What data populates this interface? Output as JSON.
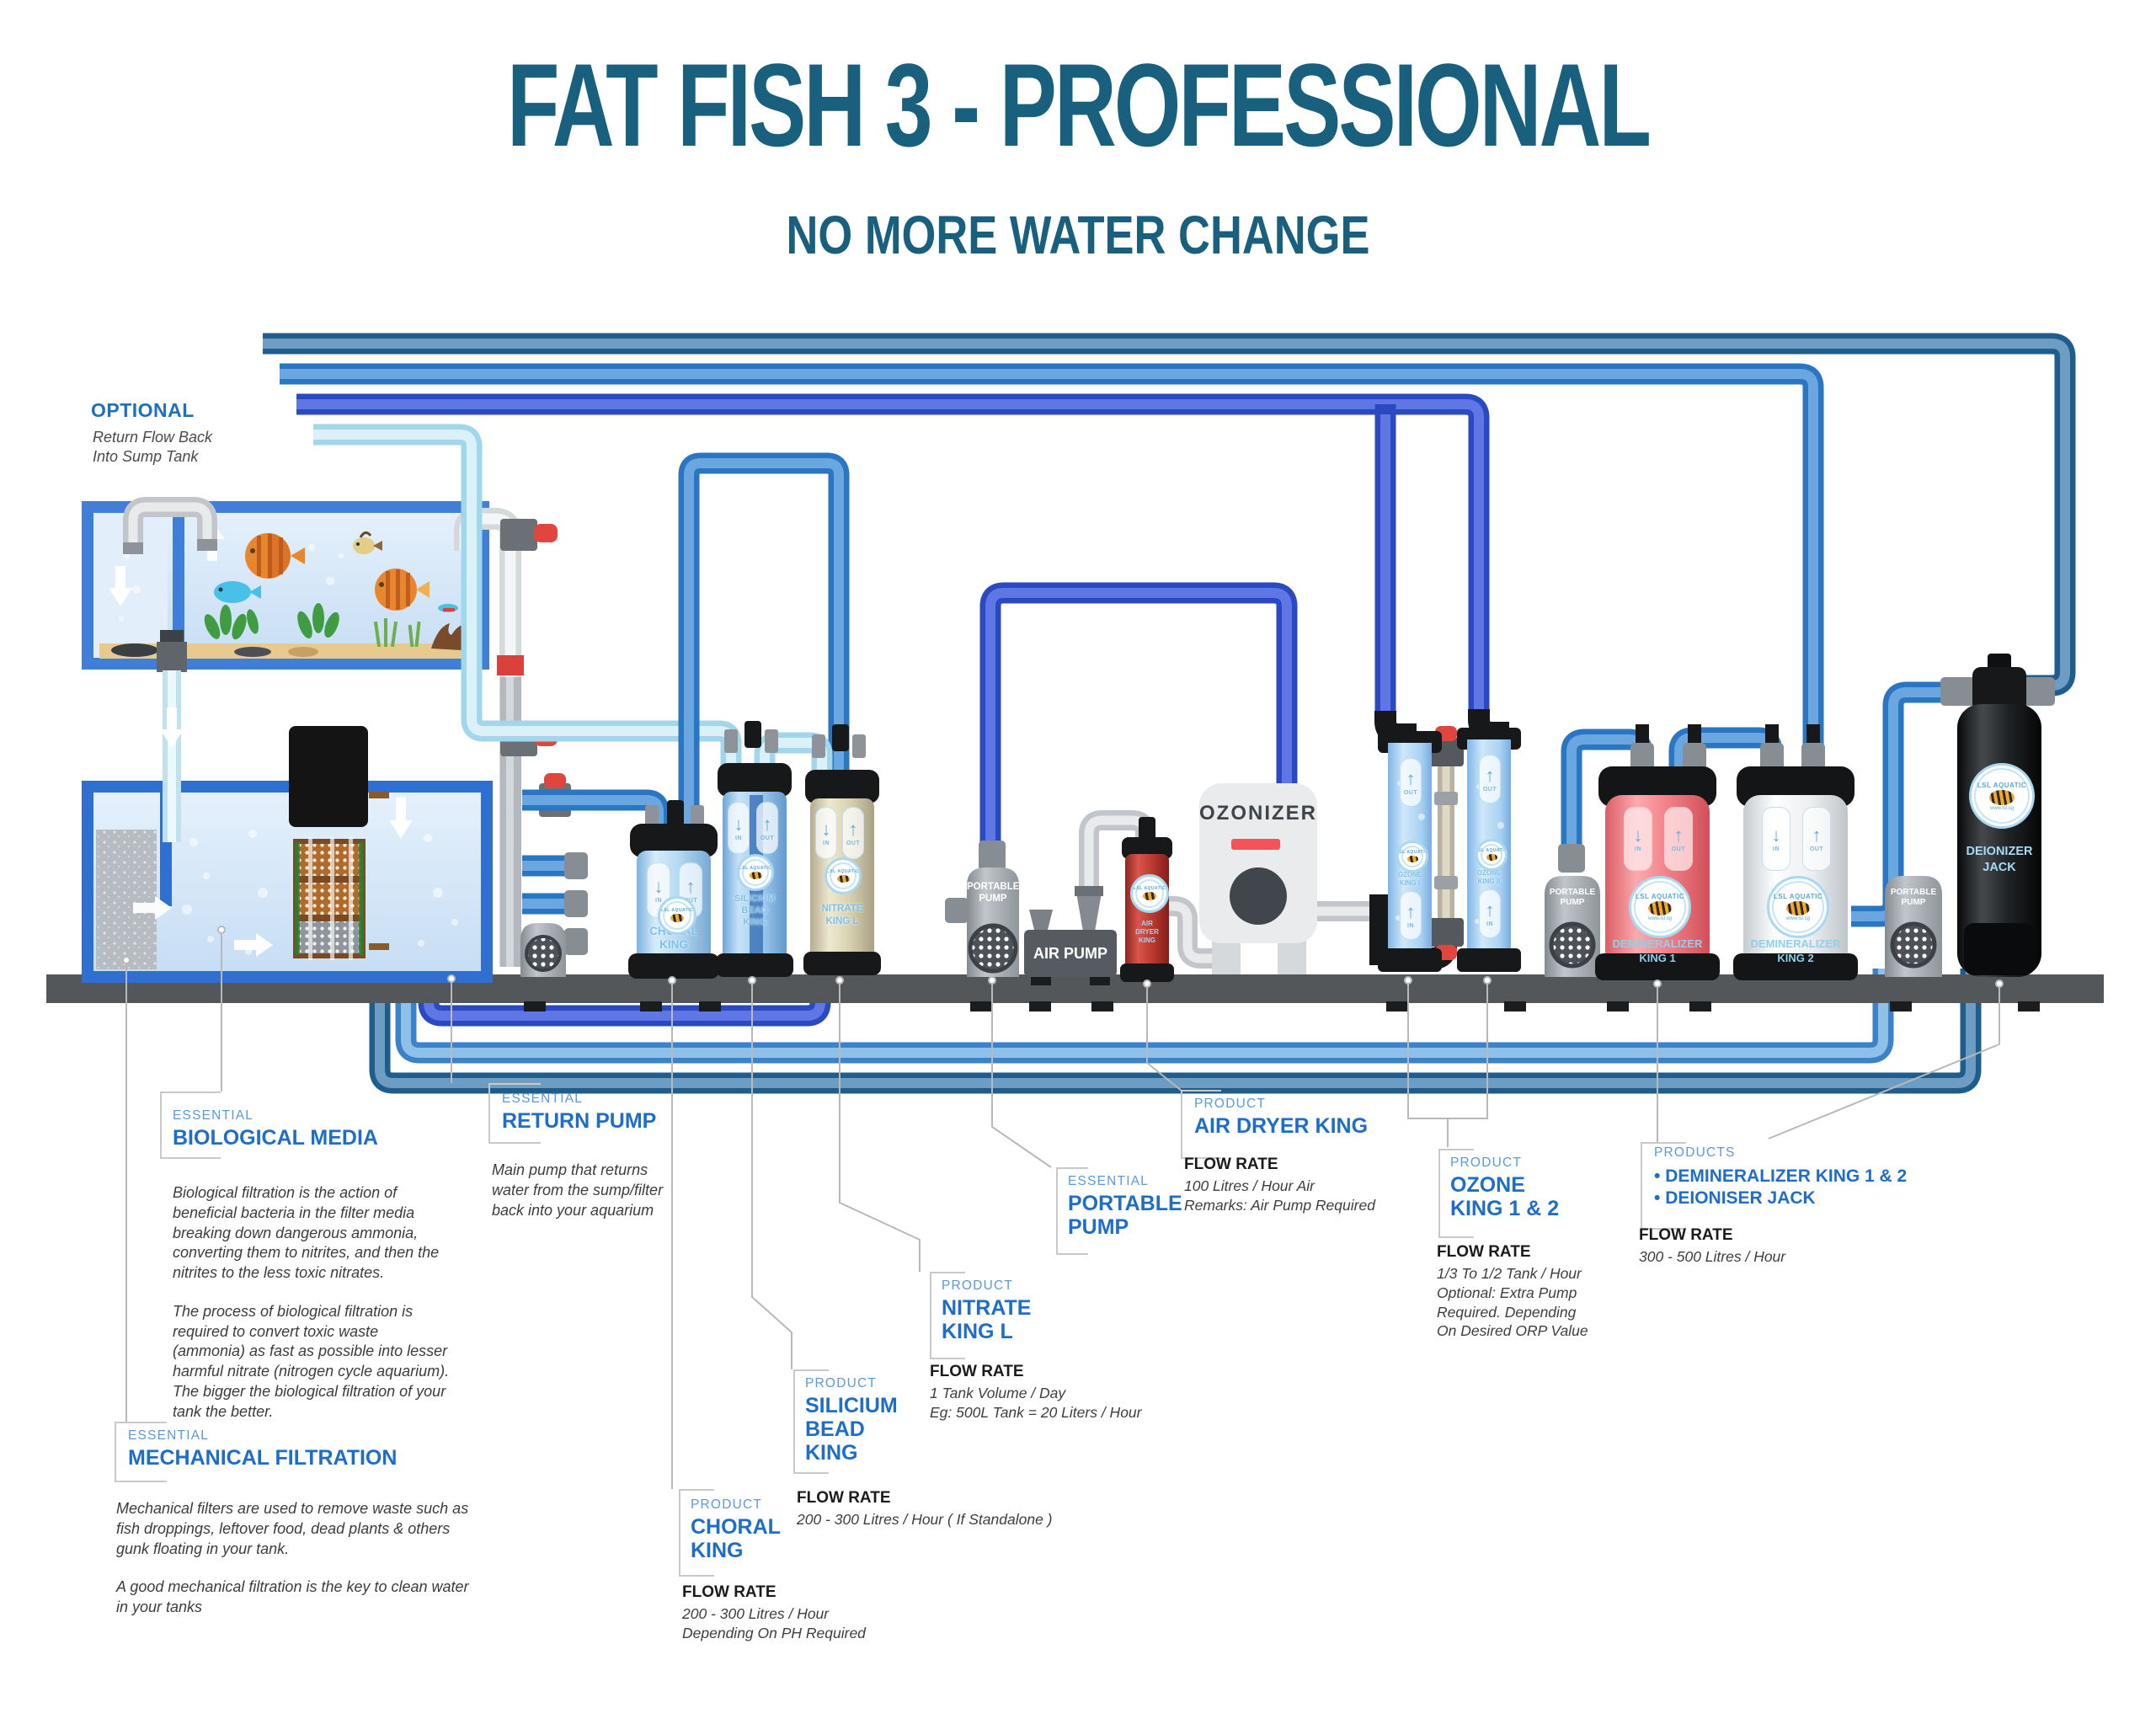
{
  "header": {
    "title": "FAT FISH 3 - PROFESSIONAL",
    "subtitle": "NO MORE WATER CHANGE"
  },
  "colors": {
    "title_teal": "#19607f",
    "accent_blue": "#1e6ec8",
    "tag_blue": "#5a9ad8",
    "pipe_dark": "#1f5e8c",
    "pipe_blue": "#2a76c2",
    "pipe_royal": "#2b49c0",
    "pipe_cyan": "#a2d6ea"
  },
  "optional": {
    "label": "OPTIONAL",
    "note": "Return Flow Back\nInto Sump Tank"
  },
  "devices": {
    "portable_pump": {
      "line1": "PORTABLE",
      "line2": "PUMP"
    },
    "air_pump": {
      "label": "AIR PUMP"
    },
    "ozonizer": {
      "label": "OZONIZER"
    },
    "choral_king": {
      "line1": "CHORAL",
      "line2": "KING"
    },
    "silicium_bead_king": {
      "line1": "SILICIUM",
      "line2": "BEAD",
      "line3": "KING"
    },
    "nitrate_king_l": {
      "line1": "NITRATE",
      "line2": "KING L"
    },
    "air_dryer_king": {
      "line1": "AIR",
      "line2": "DRYER",
      "line3": "KING"
    },
    "ozone_king_1": {
      "line1": "OZONE",
      "line2": "KING I"
    },
    "ozone_king_2": {
      "line1": "OZONE",
      "line2": "KING II"
    },
    "demineralizer_king_1": {
      "line1": "DEMINERALIZER",
      "line2": "KING 1"
    },
    "demineralizer_king_2": {
      "line1": "DEMINERALIZER",
      "line2": "KING 2"
    },
    "deionizer_jack": {
      "line1": "DEIONIZER",
      "line2": "JACK"
    },
    "in_label": "IN",
    "out_label": "OUT",
    "logo_text": "LSL AQUATIC",
    "logo_url": "www.lsl.sg"
  },
  "annotations": [
    {
      "id": "biological-media",
      "tag": "ESSENTIAL",
      "title": "BIOLOGICAL MEDIA",
      "body": [
        "Biological filtration is the action of beneficial bacteria in the filter media breaking down dangerous ammonia, converting them to nitrites, and then the nitrites to the less toxic nitrates.",
        "The process of biological filtration is required to convert toxic waste (ammonia) as fast as possible into lesser harmful nitrate (nitrogen cycle aquarium). The bigger the biological filtration of your tank the better."
      ]
    },
    {
      "id": "mechanical-filtration",
      "tag": "ESSENTIAL",
      "title": "MECHANICAL FILTRATION",
      "body": [
        "Mechanical filters are used to remove waste such as fish droppings, leftover food, dead plants & others gunk floating in your tank.",
        "A good mechanical filtration is the key to clean water in your tanks"
      ]
    },
    {
      "id": "return-pump",
      "tag": "ESSENTIAL",
      "title": "RETURN PUMP",
      "body": [
        "Main pump that returns water from the sump/filter back into your aquarium"
      ]
    },
    {
      "id": "choral-king",
      "tag": "PRODUCT",
      "title": "CHORAL\nKING",
      "flow_label": "FLOW RATE",
      "flow": "200 - 300 Litres / Hour\nDepending On PH Required"
    },
    {
      "id": "silicium-bead-king",
      "tag": "PRODUCT",
      "title": "SILICIUM\nBEAD\nKING",
      "flow_label": "FLOW RATE",
      "flow": "200 - 300 Litres / Hour ( If Standalone )"
    },
    {
      "id": "nitrate-king-l",
      "tag": "PRODUCT",
      "title": "NITRATE\nKING L",
      "flow_label": "FLOW RATE",
      "flow": "1 Tank Volume / Day\nEg: 500L Tank = 20 Liters / Hour"
    },
    {
      "id": "portable-pump",
      "tag": "ESSENTIAL",
      "title": "PORTABLE\nPUMP"
    },
    {
      "id": "air-dryer-king",
      "tag": "PRODUCT",
      "title": "AIR DRYER KING",
      "flow_label": "FLOW RATE",
      "flow": "100 Litres / Hour Air\nRemarks: Air Pump Required"
    },
    {
      "id": "ozone-king",
      "tag": "PRODUCT",
      "title": "OZONE\nKING 1 & 2",
      "flow_label": "FLOW RATE",
      "flow": "1/3 To 1/2 Tank / Hour\nOptional: Extra Pump\nRequired. Depending\nOn Desired ORP Value"
    },
    {
      "id": "demineralizer-deioniser",
      "tag": "PRODUCTS",
      "bullets": [
        "DEMINERALIZER KING 1 & 2",
        "DEIONISER JACK"
      ],
      "flow_label": "FLOW RATE",
      "flow": "300 - 500 Litres / Hour"
    }
  ]
}
